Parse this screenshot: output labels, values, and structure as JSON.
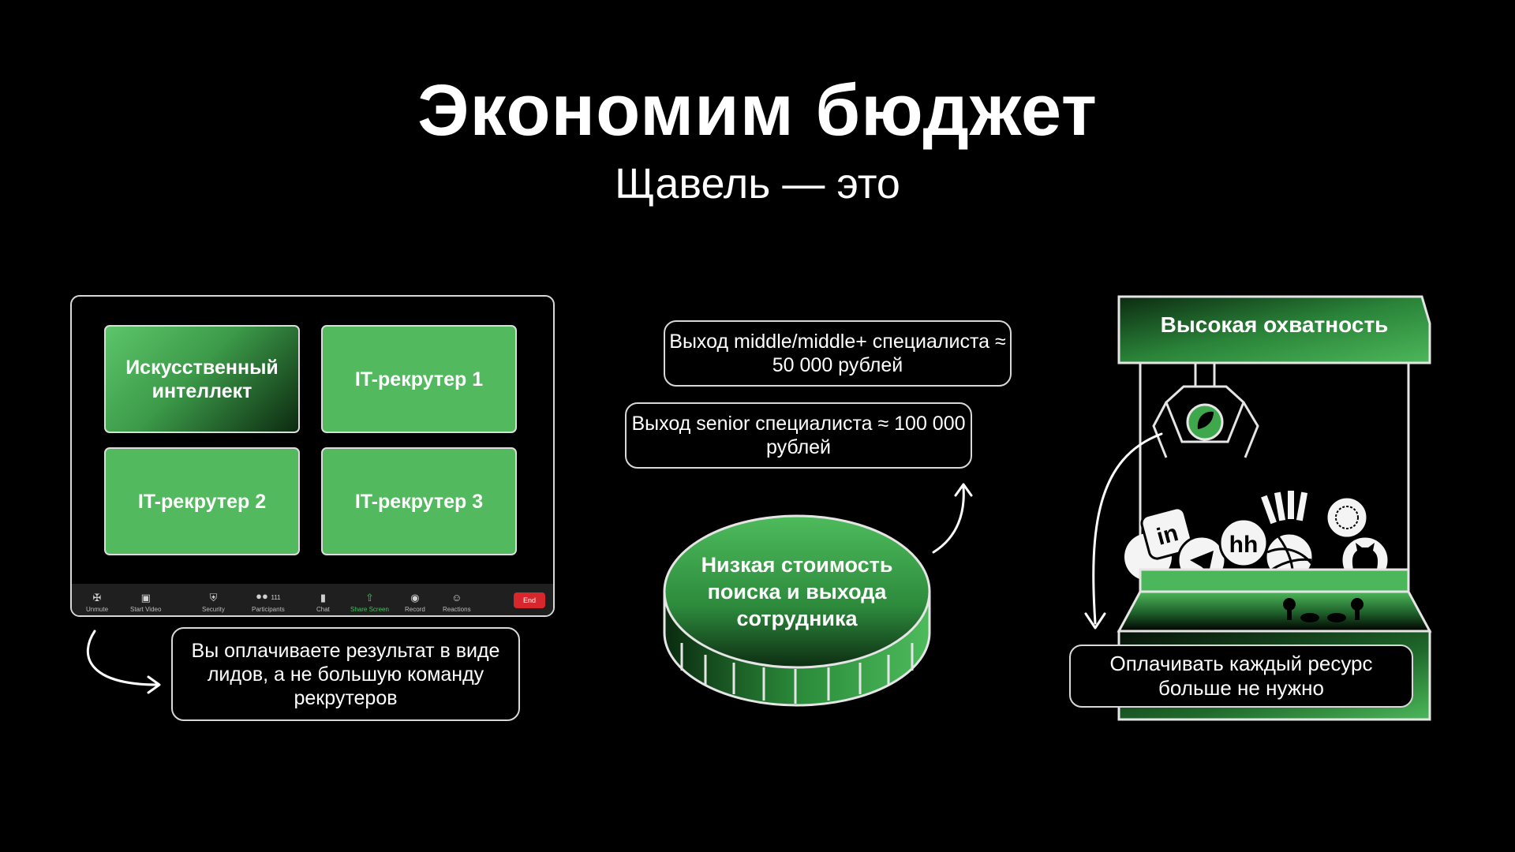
{
  "title": "Экономим бюджет",
  "subtitle": "Щавель — это",
  "call_window": {
    "tiles": [
      "Искусственный интеллект",
      "IT-рекрутер 1",
      "IT-рекрутер 2",
      "IT-рекрутер 3"
    ],
    "toolbar": {
      "unmute": "Unmute",
      "start_video": "Start Video",
      "security": "Security",
      "participants": "Participants",
      "participants_count": "111",
      "chat": "Chat",
      "share_screen": "Share Screen",
      "record": "Record",
      "reactions": "Reactions",
      "end": "End"
    }
  },
  "left_note": "Вы оплачиваете результат в виде лидов, а не большую команду рекрутеров",
  "middle": {
    "middle_exit": "Выход middle/middle+ специалиста ≈ 50 000 рублей",
    "senior_exit": "Выход senior специалиста ≈ 100 000 рублей",
    "coin_label": "Низкая стоимость поиска и выхода сотрудника"
  },
  "arcade": {
    "title": "Высокая охватность",
    "note": "Оплачивать каждый ресурс больше не нужно",
    "balls": [
      "linkedin-icon",
      "telegram-icon",
      "hh-icon",
      "dribbble-icon",
      "stackoverflow-icon",
      "github-icon",
      "habr-icon"
    ],
    "ball_labels": {
      "linkedin": "in",
      "hh": "hh"
    }
  },
  "colors": {
    "accent": "#4cb75a",
    "background": "#000000",
    "border": "#d8d8d8"
  }
}
